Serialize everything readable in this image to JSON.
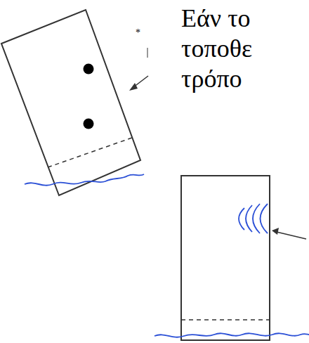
{
  "diagram": {
    "labels": [
      "Εάν το",
      "τοποθε",
      "τρόπο",
      "*"
    ]
  }
}
